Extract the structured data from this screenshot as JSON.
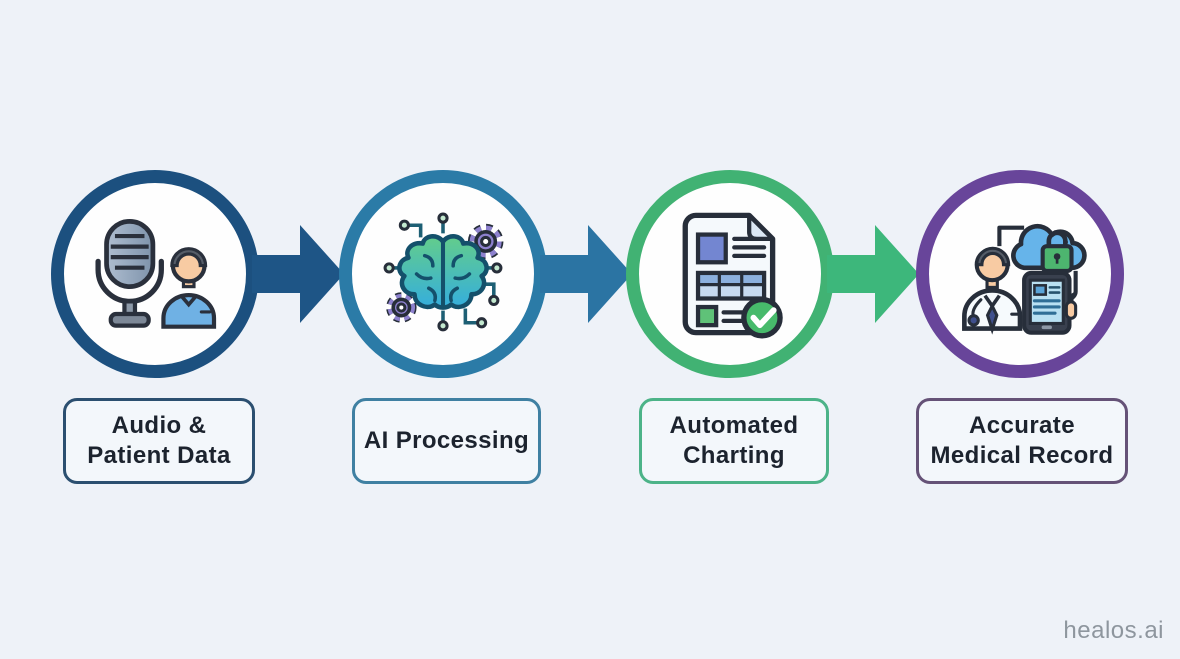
{
  "diagram": {
    "steps": [
      {
        "label": "Audio &\nPatient Data",
        "icon": "microphone-patient-icon",
        "ring_color": "#1c507f",
        "box_border_color": "#2b4f70"
      },
      {
        "label": "AI Processing",
        "icon": "ai-brain-gears-icon",
        "ring_color": "#2b7ba7",
        "box_border_color": "#3f80a2"
      },
      {
        "label": "Automated\nCharting",
        "icon": "automated-chart-document-icon",
        "ring_color": "#41b273",
        "box_border_color": "#4cb388"
      },
      {
        "label": "Accurate\nMedical Record",
        "icon": "doctor-cloud-record-icon",
        "ring_color": "#68459a",
        "box_border_color": "#655277"
      }
    ],
    "arrows": [
      {
        "color": "#1e5586"
      },
      {
        "color": "#2b74a3"
      },
      {
        "color": "#3db77b"
      }
    ]
  },
  "watermark": {
    "text": "healos.ai",
    "color": "#8e969e"
  },
  "colors": {
    "background": "#eef2f8",
    "circle_fill": "#fefefe",
    "label_text": "#1c232e"
  }
}
